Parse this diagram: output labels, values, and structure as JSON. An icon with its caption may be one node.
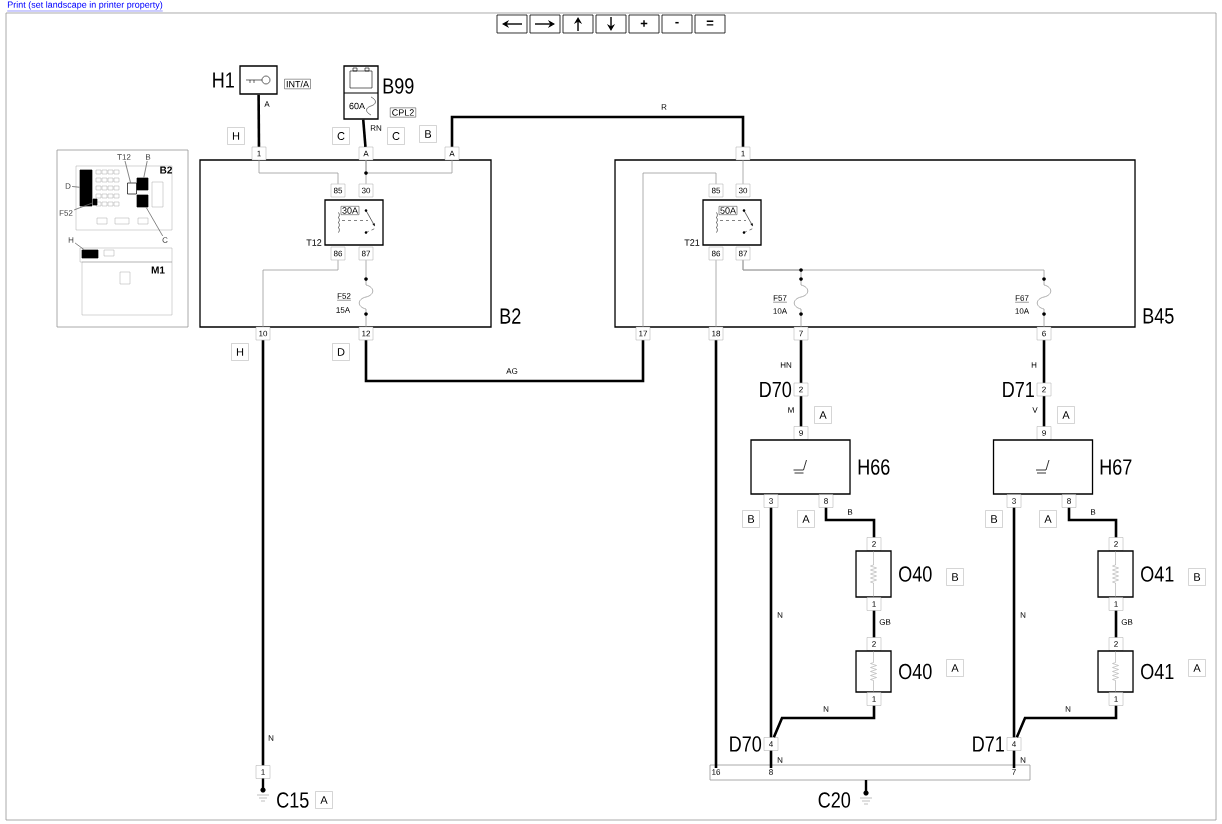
{
  "diagram": {
    "nodes": [
      {
        "text": [
          "H1"
        ]
      },
      {
        "text": [
          "B99",
          "60A"
        ]
      },
      {
        "text": [
          "B2"
        ]
      },
      {
        "text": [
          "1"
        ]
      },
      {
        "text": [
          "A"
        ]
      },
      {
        "text": [
          "A"
        ]
      },
      {
        "text": [
          "30A"
        ],
        "beside": [
          "T12"
        ],
        "in": 2
      },
      {
        "text": [
          "85"
        ],
        "in": 2
      },
      {
        "text": [
          "30"
        ],
        "in": 2
      },
      {
        "text": [
          "86"
        ],
        "in": 2
      },
      {
        "text": [
          "87"
        ],
        "in": 2
      },
      {
        "text": [
          "10"
        ]
      },
      {
        "text": [
          "12"
        ]
      },
      {
        "text": [
          "B45"
        ]
      },
      {
        "text": [
          "1"
        ]
      },
      {
        "text": [
          "50A"
        ],
        "beside": [
          "T21"
        ],
        "in": 13
      },
      {
        "text": [
          "85"
        ],
        "in": 13
      },
      {
        "text": [
          "30"
        ],
        "in": 13
      },
      {
        "text": [
          "86"
        ],
        "in": 13
      },
      {
        "text": [
          "87"
        ],
        "in": 13
      },
      {
        "text": [
          "17"
        ]
      },
      {
        "text": [
          "18"
        ]
      },
      {
        "text": [
          "7"
        ]
      },
      {
        "text": [
          "6"
        ]
      },
      {
        "text": [
          "2"
        ],
        "beside": [
          "D70"
        ]
      },
      {
        "text": [
          "9"
        ]
      },
      {
        "text": [
          "H66"
        ]
      },
      {
        "text": [
          "3"
        ]
      },
      {
        "text": [
          "8"
        ]
      },
      {
        "text": [
          "2"
        ]
      },
      {
        "text": [
          "O40"
        ]
      },
      {
        "text": [
          "1"
        ]
      },
      {
        "text": [
          "2"
        ]
      },
      {
        "text": [
          "O40"
        ]
      },
      {
        "text": [
          "1"
        ]
      },
      {
        "text": [
          "4"
        ],
        "beside": [
          "D70"
        ]
      },
      {
        "text": [
          "2"
        ],
        "beside": [
          "D71"
        ]
      },
      {
        "text": [
          "9"
        ]
      },
      {
        "text": [
          "H67"
        ]
      },
      {
        "text": [
          "3"
        ]
      },
      {
        "text": [
          "8"
        ]
      },
      {
        "text": [
          "2"
        ]
      },
      {
        "text": [
          "O41"
        ]
      },
      {
        "text": [
          "1"
        ]
      },
      {
        "text": [
          "2"
        ]
      },
      {
        "text": [
          "O41"
        ]
      },
      {
        "text": [
          "1"
        ]
      },
      {
        "text": [
          "4"
        ],
        "beside": [
          "D71"
        ]
      },
      {
        "text": [
          "1"
        ]
      },
      {
        "text": [
          "C20"
        ]
      },
      {
        "text": [
          "16"
        ],
        "in": 49
      },
      {
        "text": [
          "8"
        ],
        "in": 49
      },
      {
        "text": [
          "7"
        ],
        "in": 49
      },
      {
        "text": [],
        "shape": "box"
      },
      {
        "text": [
          "T12"
        ],
        "in": 53
      },
      {
        "text": [
          "B"
        ],
        "in": 53
      },
      {
        "text": [
          "D"
        ],
        "in": 53
      },
      {
        "text": [
          "F52"
        ],
        "in": 53
      },
      {
        "text": [
          "C"
        ],
        "in": 53
      },
      {
        "text": [
          "H"
        ],
        "in": 53
      },
      {
        "text": [],
        "shape": "box",
        "in": 53
      },
      {
        "text": [],
        "shape": "box",
        "in": 53
      },
      {
        "text": [],
        "shape": "box",
        "in": 53
      },
      {
        "text": [],
        "shape": "box",
        "in": 53
      },
      {
        "text": [],
        "shape": "box",
        "in": 53
      },
      {
        "text": [],
        "shape": "box",
        "in": 53
      }
    ],
    "edges": [
      {
        "from": 0,
        "to": 3,
        "arrow": "none",
        "label": "A"
      },
      {
        "from": 1,
        "to": 4,
        "arrow": "none",
        "label": "RN"
      },
      {
        "from": 5,
        "to": 14,
        "arrow": "none",
        "label": "R"
      },
      {
        "from": 3,
        "to": 7,
        "arrow": "none",
        "color": "#999999"
      },
      {
        "from": 4,
        "to": 8,
        "arrow": "none",
        "color": "#999999"
      },
      {
        "from": 4,
        "to": 5,
        "arrow": "none",
        "color": "#999999"
      },
      {
        "from": 9,
        "to": 11,
        "arrow": "none",
        "color": "#999999"
      },
      {
        "from": 10,
        "to": 12,
        "arrow": "none",
        "color": "#999999"
      },
      {
        "from": 11,
        "to": 48,
        "arrow": "none",
        "label": "N"
      },
      {
        "from": 12,
        "to": 20,
        "arrow": "none",
        "label": "AG"
      },
      {
        "from": 14,
        "to": 17,
        "arrow": "none",
        "color": "#999999"
      },
      {
        "from": 16,
        "to": 20,
        "arrow": "none",
        "color": "#999999"
      },
      {
        "from": 18,
        "to": 21,
        "arrow": "none",
        "color": "#999999"
      },
      {
        "from": 19,
        "to": 22,
        "arrow": "none",
        "color": "#999999"
      },
      {
        "from": 19,
        "to": 23,
        "arrow": "none",
        "color": "#999999"
      },
      {
        "from": 21,
        "to": 50,
        "arrow": "none"
      },
      {
        "from": 22,
        "to": 24,
        "arrow": "none",
        "label": "HN"
      },
      {
        "from": 24,
        "to": 25,
        "arrow": "none",
        "label": "M"
      },
      {
        "from": 27,
        "to": 35,
        "arrow": "none",
        "label": "N"
      },
      {
        "from": 28,
        "to": 29,
        "arrow": "none",
        "label": "B"
      },
      {
        "from": 31,
        "to": 32,
        "arrow": "none",
        "label": "GB"
      },
      {
        "from": 34,
        "to": 35,
        "arrow": "none",
        "label": "N"
      },
      {
        "from": 35,
        "to": 51,
        "arrow": "none",
        "label": "N"
      },
      {
        "from": 23,
        "to": 36,
        "arrow": "none",
        "label": "H"
      },
      {
        "from": 36,
        "to": 37,
        "arrow": "none",
        "label": "V"
      },
      {
        "from": 39,
        "to": 47,
        "arrow": "none",
        "label": "N"
      },
      {
        "from": 40,
        "to": 41,
        "arrow": "none",
        "label": "B"
      },
      {
        "from": 43,
        "to": 44,
        "arrow": "none",
        "label": "GB"
      },
      {
        "from": 46,
        "to": 47,
        "arrow": "none",
        "label": "N"
      },
      {
        "from": 47,
        "to": 52,
        "arrow": "none",
        "label": "N"
      },
      {
        "from": 54,
        "to": 60,
        "arrow": "none",
        "color": "#666666"
      },
      {
        "from": 55,
        "to": 61,
        "arrow": "none",
        "color": "#666666"
      },
      {
        "from": 56,
        "to": 62,
        "arrow": "none",
        "color": "#666666"
      },
      {
        "from": 57,
        "to": 63,
        "arrow": "none",
        "color": "#666666"
      },
      {
        "from": 58,
        "to": 64,
        "arrow": "none",
        "color": "#666666"
      },
      {
        "from": 59,
        "to": 65,
        "arrow": "none",
        "color": "#666666"
      }
    ],
    "labels": [
      "Print (set landscape in printer property)",
      "+",
      "-",
      "=",
      "INT/A",
      "CPL2",
      "H",
      "C",
      "C",
      "B",
      "F52",
      "15A",
      "H",
      "D",
      "F57",
      "10A",
      "F67",
      "10A",
      "A",
      "B",
      "A",
      "B",
      "A",
      "A",
      "B",
      "A",
      "B",
      "A",
      "C15",
      "A",
      "B2",
      "M1"
    ]
  }
}
